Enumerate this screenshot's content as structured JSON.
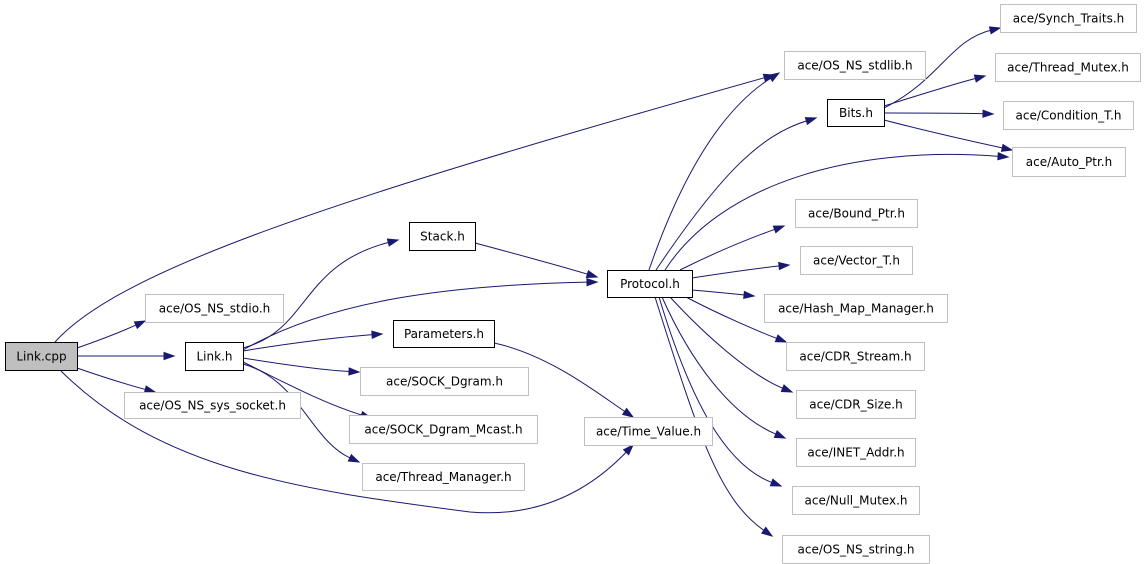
{
  "diagram": {
    "type": "include-dependency-graph",
    "colors": {
      "edge": "#191970",
      "root_fill": "#bfbfbf",
      "documented_border": "#000000",
      "external_border": "#bfbfbf",
      "background": "#ffffff"
    },
    "nodes": [
      {
        "id": "link_cpp",
        "label": "Link.cpp",
        "kind": "root"
      },
      {
        "id": "os_ns_stdio",
        "label": "ace/OS_NS_stdio.h",
        "kind": "external"
      },
      {
        "id": "link_h",
        "label": "Link.h",
        "kind": "documented"
      },
      {
        "id": "os_ns_sys_socket",
        "label": "ace/OS_NS_sys_socket.h",
        "kind": "external"
      },
      {
        "id": "stack_h",
        "label": "Stack.h",
        "kind": "documented"
      },
      {
        "id": "parameters_h",
        "label": "Parameters.h",
        "kind": "documented"
      },
      {
        "id": "sock_dgram",
        "label": "ace/SOCK_Dgram.h",
        "kind": "external"
      },
      {
        "id": "sock_dgram_mcast",
        "label": "ace/SOCK_Dgram_Mcast.h",
        "kind": "external"
      },
      {
        "id": "thread_manager",
        "label": "ace/Thread_Manager.h",
        "kind": "external"
      },
      {
        "id": "time_value",
        "label": "ace/Time_Value.h",
        "kind": "external"
      },
      {
        "id": "protocol_h",
        "label": "Protocol.h",
        "kind": "documented"
      },
      {
        "id": "os_ns_stdlib",
        "label": "ace/OS_NS_stdlib.h",
        "kind": "external"
      },
      {
        "id": "bits_h",
        "label": "Bits.h",
        "kind": "documented"
      },
      {
        "id": "synch_traits",
        "label": "ace/Synch_Traits.h",
        "kind": "external"
      },
      {
        "id": "thread_mutex",
        "label": "ace/Thread_Mutex.h",
        "kind": "external"
      },
      {
        "id": "condition_t",
        "label": "ace/Condition_T.h",
        "kind": "external"
      },
      {
        "id": "auto_ptr",
        "label": "ace/Auto_Ptr.h",
        "kind": "external"
      },
      {
        "id": "bound_ptr",
        "label": "ace/Bound_Ptr.h",
        "kind": "external"
      },
      {
        "id": "vector_t",
        "label": "ace/Vector_T.h",
        "kind": "external"
      },
      {
        "id": "hash_map_manager",
        "label": "ace/Hash_Map_Manager.h",
        "kind": "external"
      },
      {
        "id": "cdr_stream",
        "label": "ace/CDR_Stream.h",
        "kind": "external"
      },
      {
        "id": "cdr_size",
        "label": "ace/CDR_Size.h",
        "kind": "external"
      },
      {
        "id": "inet_addr",
        "label": "ace/INET_Addr.h",
        "kind": "external"
      },
      {
        "id": "null_mutex",
        "label": "ace/Null_Mutex.h",
        "kind": "external"
      },
      {
        "id": "os_ns_string",
        "label": "ace/OS_NS_string.h",
        "kind": "external"
      }
    ],
    "edges": [
      {
        "from": "link_cpp",
        "to": "os_ns_stdlib"
      },
      {
        "from": "link_cpp",
        "to": "os_ns_stdio"
      },
      {
        "from": "link_cpp",
        "to": "link_h"
      },
      {
        "from": "link_cpp",
        "to": "os_ns_sys_socket"
      },
      {
        "from": "link_cpp",
        "to": "time_value"
      },
      {
        "from": "link_h",
        "to": "stack_h"
      },
      {
        "from": "link_h",
        "to": "protocol_h"
      },
      {
        "from": "link_h",
        "to": "parameters_h"
      },
      {
        "from": "link_h",
        "to": "sock_dgram"
      },
      {
        "from": "link_h",
        "to": "sock_dgram_mcast"
      },
      {
        "from": "link_h",
        "to": "thread_manager"
      },
      {
        "from": "stack_h",
        "to": "protocol_h"
      },
      {
        "from": "parameters_h",
        "to": "time_value"
      },
      {
        "from": "protocol_h",
        "to": "os_ns_stdlib"
      },
      {
        "from": "protocol_h",
        "to": "bits_h"
      },
      {
        "from": "protocol_h",
        "to": "auto_ptr"
      },
      {
        "from": "protocol_h",
        "to": "bound_ptr"
      },
      {
        "from": "protocol_h",
        "to": "vector_t"
      },
      {
        "from": "protocol_h",
        "to": "hash_map_manager"
      },
      {
        "from": "protocol_h",
        "to": "cdr_stream"
      },
      {
        "from": "protocol_h",
        "to": "cdr_size"
      },
      {
        "from": "protocol_h",
        "to": "inet_addr"
      },
      {
        "from": "protocol_h",
        "to": "null_mutex"
      },
      {
        "from": "protocol_h",
        "to": "os_ns_string"
      },
      {
        "from": "bits_h",
        "to": "synch_traits"
      },
      {
        "from": "bits_h",
        "to": "thread_mutex"
      },
      {
        "from": "bits_h",
        "to": "condition_t"
      },
      {
        "from": "bits_h",
        "to": "auto_ptr"
      }
    ]
  }
}
